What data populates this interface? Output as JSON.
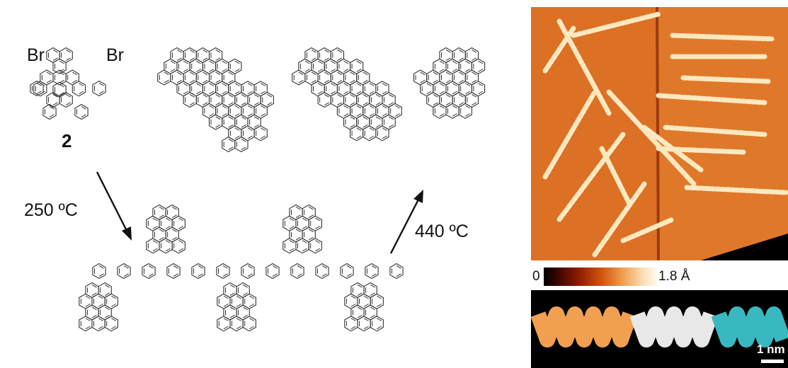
{
  "scheme": {
    "precursor": {
      "substituent_left": "Br",
      "substituent_right": "Br",
      "compound_number": "2"
    },
    "step1": {
      "temperature": "250 ºC"
    },
    "step2": {
      "temperature": "440 ºC"
    }
  },
  "stm_image": {
    "colorbar": {
      "min_label": "0",
      "max_label": "1.8 Å"
    },
    "scale_bar_label": "1 nm"
  },
  "colors": {
    "substrate": "#e0782a",
    "chain": "#fde8c0",
    "colorbar_low": "#000000",
    "colorbar_high": "#fffaf2",
    "model_cyan": "#3ab8c0"
  }
}
